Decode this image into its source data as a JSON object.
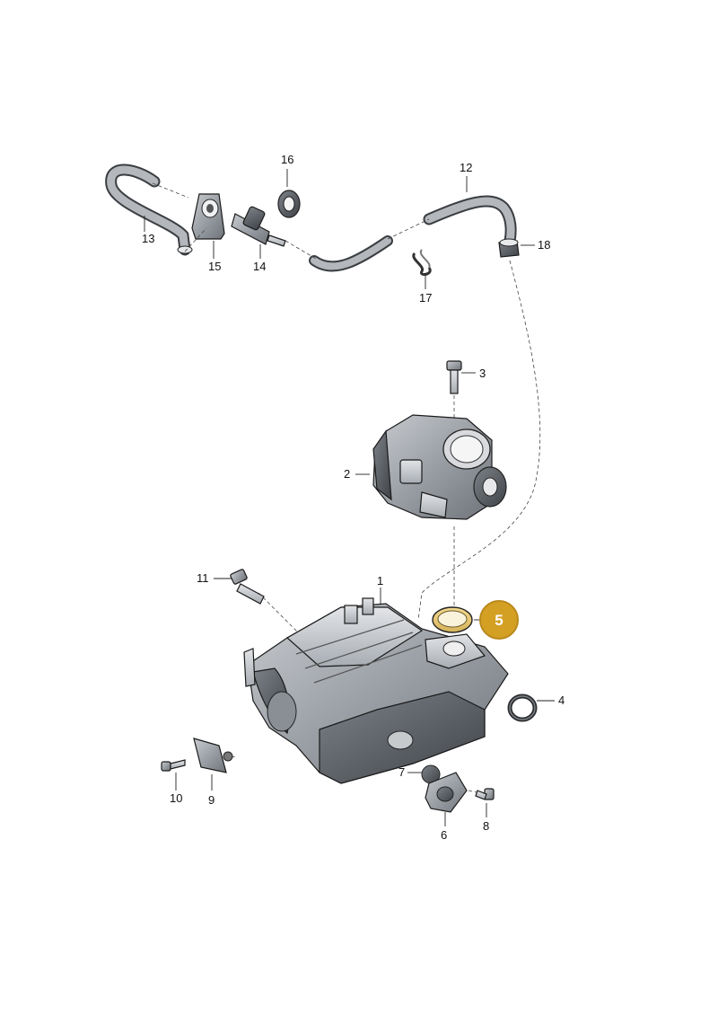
{
  "diagram": {
    "highlight_color": "#d4a024",
    "callouts": {
      "c1": "1",
      "c2": "2",
      "c3": "3",
      "c4": "4",
      "c5": "5",
      "c6": "6",
      "c7": "7",
      "c8": "8",
      "c9": "9",
      "c10": "10",
      "c11": "11",
      "c12": "12",
      "c13": "13",
      "c14": "14",
      "c15": "15",
      "c16": "16",
      "c17": "17",
      "c18": "18"
    }
  }
}
